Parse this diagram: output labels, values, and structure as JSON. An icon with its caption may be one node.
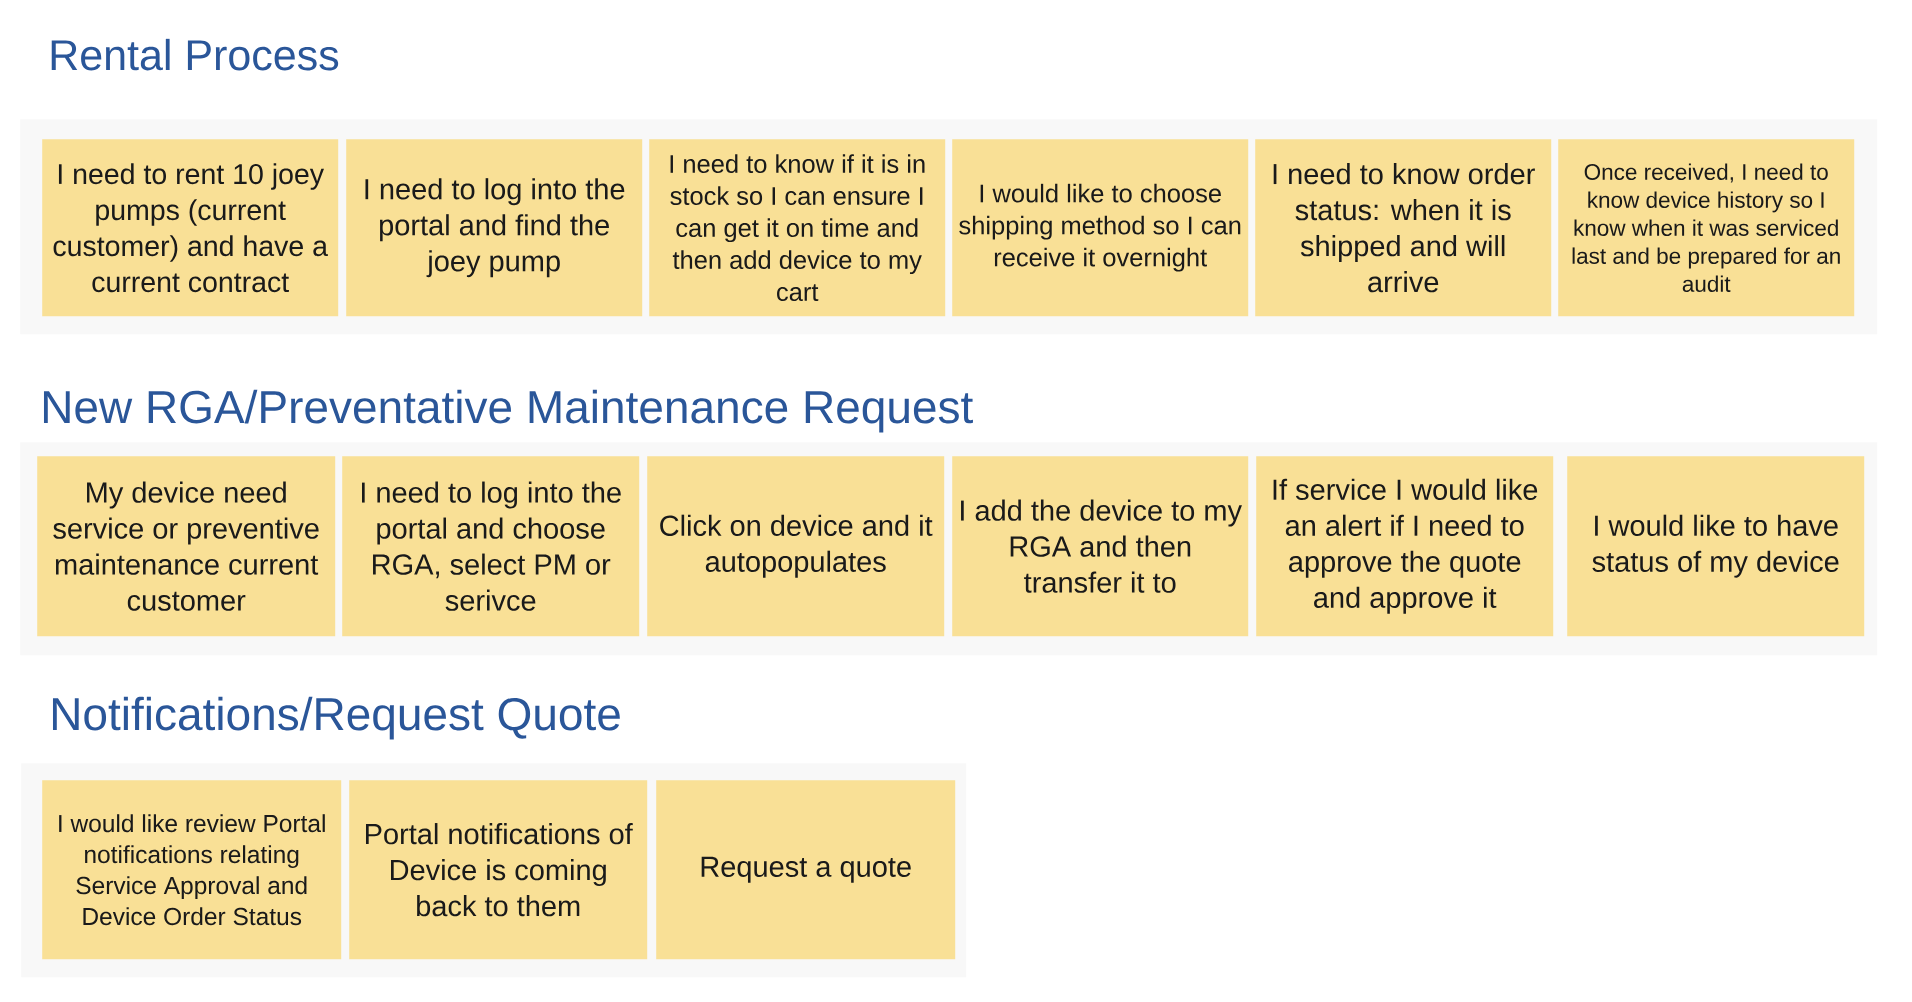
{
  "diagram": {
    "nodes": [
      {
        "text": [
          "Rental Process"
        ]
      },
      {
        "text": [
          "I need to rent 10 joey pumps (current customer) and have a current contract"
        ],
        "in": 0
      },
      {
        "text": [
          "I need to log into the portal and find the joey pump"
        ],
        "in": 0
      },
      {
        "text": [
          "I need to know if it is in stock so I can ensure I can get it on time and then add device to my cart"
        ],
        "in": 0
      },
      {
        "text": [
          "I would like to choose shipping method so I can receive it overnight"
        ],
        "in": 0
      },
      {
        "text": [
          "I need to know order status: when it is shipped and will arrive"
        ],
        "in": 0
      },
      {
        "text": [
          "Once received, I need to know device history so I know when it was serviced last and be prepared for an audit"
        ],
        "in": 0
      },
      {
        "text": [
          "New RGA/Preventative Maintenance Request"
        ]
      },
      {
        "text": [
          "My device need service or preventive maintenance current customer"
        ],
        "in": 7
      },
      {
        "text": [
          "I need to log into the portal and choose RGA, select PM or serivce"
        ],
        "in": 7
      },
      {
        "text": [
          "Click on device and it autopopulates"
        ],
        "in": 7
      },
      {
        "text": [
          "I add the device to my RGA and then transfer it to"
        ],
        "in": 7
      },
      {
        "text": [
          "If service I would like an alert if I need to approve the quote and approve it"
        ],
        "in": 7
      },
      {
        "text": [
          "I would like to have status of my device"
        ],
        "in": 7
      },
      {
        "text": [
          "Notifications/Request Quote"
        ]
      },
      {
        "text": [
          "I would like review Portal notifications relating Service Approval and Device Order Status"
        ],
        "in": 14
      },
      {
        "text": [
          "Portal notifications of Device is coming back to them"
        ],
        "in": 14
      },
      {
        "text": [
          "Request a quote"
        ],
        "in": 14
      }
    ]
  }
}
